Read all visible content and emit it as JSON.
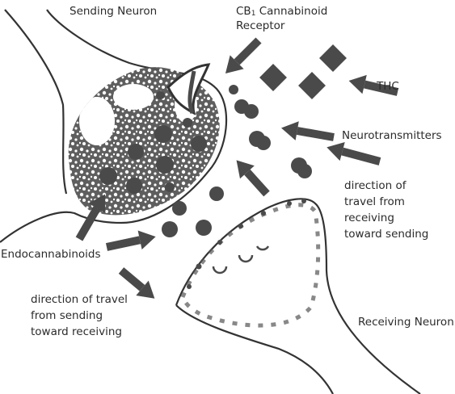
{
  "labels": {
    "sending_neuron": "Sending Neuron",
    "cb1_prefix": "CB",
    "cb1_subscript": "1",
    "cb1_rest": " Cannabinoid",
    "receptor": "Receptor",
    "thc": "THC",
    "neurotransmitters": "Neurotransmitters",
    "direction_receiving_to_sending": [
      "direction of",
      "travel from",
      "receiving",
      "toward sending"
    ],
    "endocannabinoids": "Endocannabinoids",
    "direction_sending_to_receiving": [
      "direction of travel",
      "from sending",
      "toward receiving"
    ],
    "receiving_neuron": "Receiving Neuron"
  },
  "colors": {
    "ink": "#4a4a4a",
    "outline": "#333333",
    "text": "#2b2b2b",
    "background": "#ffffff"
  }
}
